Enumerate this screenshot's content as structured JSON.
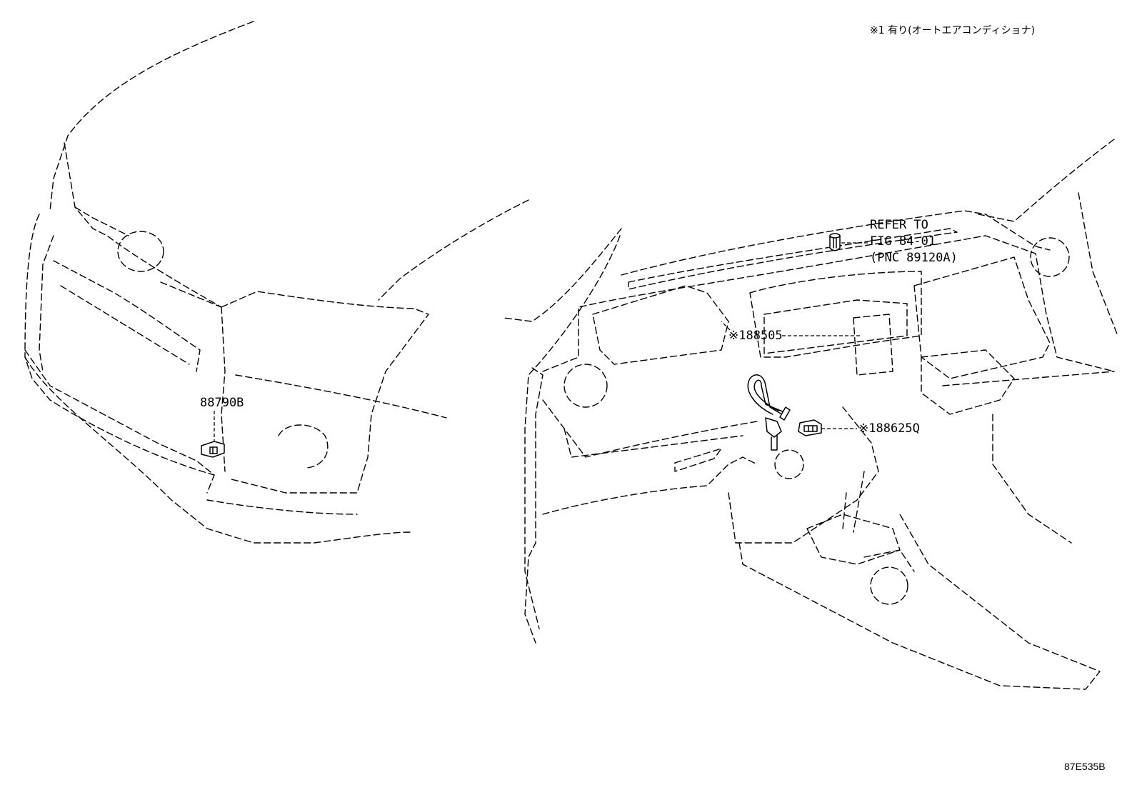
{
  "note": {
    "text": "※1 有り(オートエアコンディショナ)"
  },
  "callouts": {
    "front_sensor": "88790B",
    "dash_sensor": "※188505",
    "console_sensor": "※188625Q",
    "refer_line1": "REFER TO",
    "refer_line2": "FIG 84-01",
    "refer_line3": "(PNC 89120A)"
  },
  "figure_id": "87E535B"
}
